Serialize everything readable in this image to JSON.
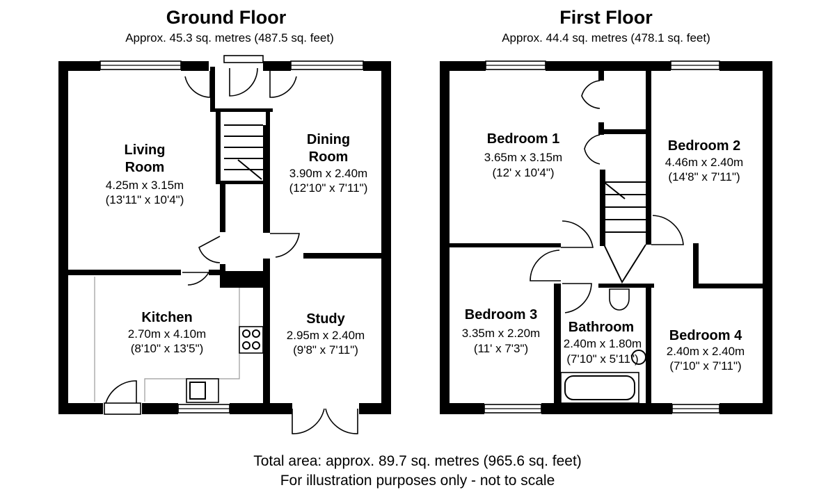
{
  "ground_floor": {
    "title": "Ground Floor",
    "area": "Approx.  45.3 sq. metres (487.5 sq. feet)",
    "rooms": [
      {
        "name_lines": [
          "Living",
          "Room"
        ],
        "metric": "4.25m x 3.15m",
        "imperial": "(13'11\" x 10'4\")"
      },
      {
        "name_lines": [
          "Dining",
          "Room"
        ],
        "metric": "3.90m x 2.40m",
        "imperial": "(12'10\" x 7'11\")"
      },
      {
        "name_lines": [
          "Kitchen"
        ],
        "metric": "2.70m x 4.10m",
        "imperial": "(8'10\" x 13'5\")"
      },
      {
        "name_lines": [
          "Study"
        ],
        "metric": "2.95m x 2.40m",
        "imperial": "(9'8\" x 7'11\")"
      }
    ]
  },
  "first_floor": {
    "title": "First Floor",
    "area": "Approx.  44.4 sq. metres (478.1 sq. feet)",
    "rooms": [
      {
        "name_lines": [
          "Bedroom 1"
        ],
        "metric": "3.65m x 3.15m",
        "imperial": "(12' x 10'4\")"
      },
      {
        "name_lines": [
          "Bedroom 2"
        ],
        "metric": "4.46m x 2.40m",
        "imperial": "(14'8\" x 7'11\")"
      },
      {
        "name_lines": [
          "Bedroom 3"
        ],
        "metric": "3.35m x 2.20m",
        "imperial": "(11' x 7'3\")"
      },
      {
        "name_lines": [
          "Bathroom"
        ],
        "metric": "2.40m x 1.80m",
        "imperial": "(7'10\" x 5'11\")"
      },
      {
        "name_lines": [
          "Bedroom 4"
        ],
        "metric": "2.40m x 2.40m",
        "imperial": "(7'10\" x 7'11\")"
      }
    ]
  },
  "footer": {
    "total_area": "Total area: approx.  89.7 sq. metres (965.6 sq. feet)",
    "disclaimer": "For illustration purposes only - not to scale"
  }
}
